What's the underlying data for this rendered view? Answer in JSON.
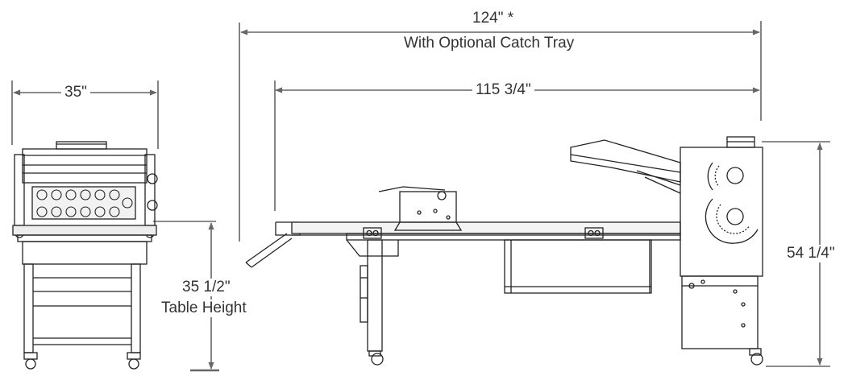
{
  "dimensions": {
    "front_width": "35\"",
    "overall_length": "124\" *",
    "overall_note": "With Optional Catch Tray",
    "machine_length": "115 3/4\"",
    "table_height_value": "35 1/2\"",
    "table_height_label": "Table Height",
    "overall_height": "54 1/4\""
  }
}
